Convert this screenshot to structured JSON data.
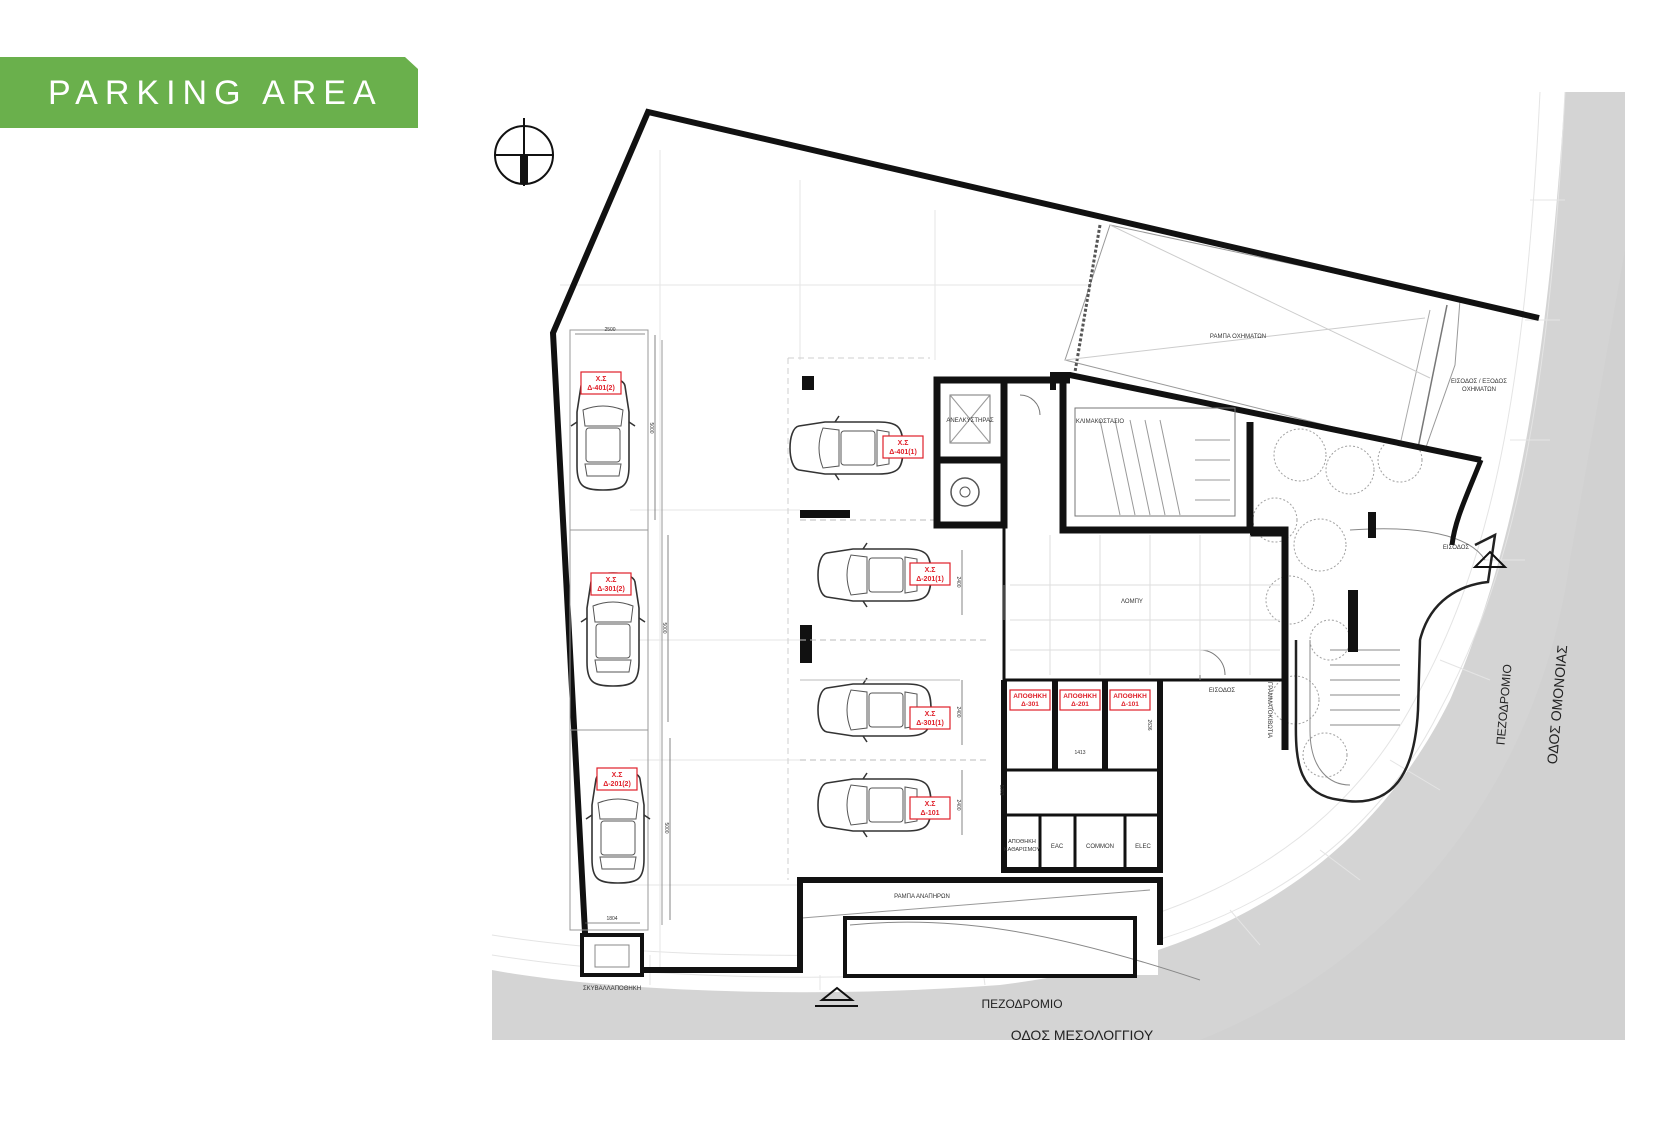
{
  "banner": {
    "title": "PARKING AREA",
    "color": "#6ab04c"
  },
  "colors": {
    "wall": "#111111",
    "ground": "#d4d4d4",
    "space_label": "#e0202a",
    "greenery": "#9a9a9a"
  },
  "icons": {
    "north_arrow": "north-arrow-icon",
    "car": "car-icon",
    "entrance_triangle": "entrance-triangle-icon"
  },
  "rooms": {
    "ramp_vehicles": "ΡΑΜΠΑ ΟΧΗΜΑΤΩΝ",
    "entrance_exit_vehicles_1": "ΕΙΣΟΔΟΣ / ΕΞΟΔΟΣ",
    "entrance_exit_vehicles_2": "ΟΧΗΜΑΤΩΝ",
    "elevator": "ΑΝΕΛΚΥΣΤΗΡΑΣ",
    "staircase": "ΚΛΙΜΑΚΟΣΤΑΣΙΟ",
    "lobby": "ΛΟΜΠΥ",
    "entrance": "ΕΙΣΟΔΟΣ",
    "entrance_2": "ΕΙΣΟΔΟΣ",
    "mailboxes": "ΓΡΑΜΜΑΤΟΚΙΒΩΤΙΑ",
    "cleaning_storage_1": "ΑΠΟΘΗΚΗ",
    "cleaning_storage_2": "ΚΑΘΑΡΙΣΜΟΥ",
    "eac": "EAC",
    "common": "COMMON",
    "elec": "ELEC",
    "ramp_disabled": "ΡΑΜΠΑ ΑΝΑΠΗΡΩΝ",
    "garbage_storage": "ΣΚΥΒΑΛΛΑΠΟΘΗΚΗ"
  },
  "parking_spaces": [
    {
      "line1": "Χ.Σ",
      "line2": "Δ-401(2)"
    },
    {
      "line1": "Χ.Σ",
      "line2": "Δ-301(2)"
    },
    {
      "line1": "Χ.Σ",
      "line2": "Δ-201(2)"
    },
    {
      "line1": "Χ.Σ",
      "line2": "Δ-401(1)"
    },
    {
      "line1": "Χ.Σ",
      "line2": "Δ-201(1)"
    },
    {
      "line1": "Χ.Σ",
      "line2": "Δ-301(1)"
    },
    {
      "line1": "Χ.Σ",
      "line2": "Δ-101"
    }
  ],
  "storage_units": [
    {
      "line1": "ΑΠΟΘΗΚΗ",
      "line2": "Δ-301"
    },
    {
      "line1": "ΑΠΟΘΗΚΗ",
      "line2": "Δ-201"
    },
    {
      "line1": "ΑΠΟΘΗΚΗ",
      "line2": "Δ-101"
    }
  ],
  "dimensions": [
    "2500",
    "5000",
    "5000",
    "5000",
    "1804",
    "2400",
    "2400",
    "2400",
    "2636",
    "1413",
    "1283"
  ],
  "streets": {
    "pavement_bottom": "ΠΕΖΟΔΡΟΜΙΟ",
    "road_bottom": "ΟΔΟΣ ΜΕΣΟΛΟΓΓΙΟΥ",
    "pavement_right": "ΠΕΖΟΔΡΟΜΙΟ",
    "road_right": "ΟΔΟΣ ΟΜΟΝΟΙΑΣ"
  }
}
